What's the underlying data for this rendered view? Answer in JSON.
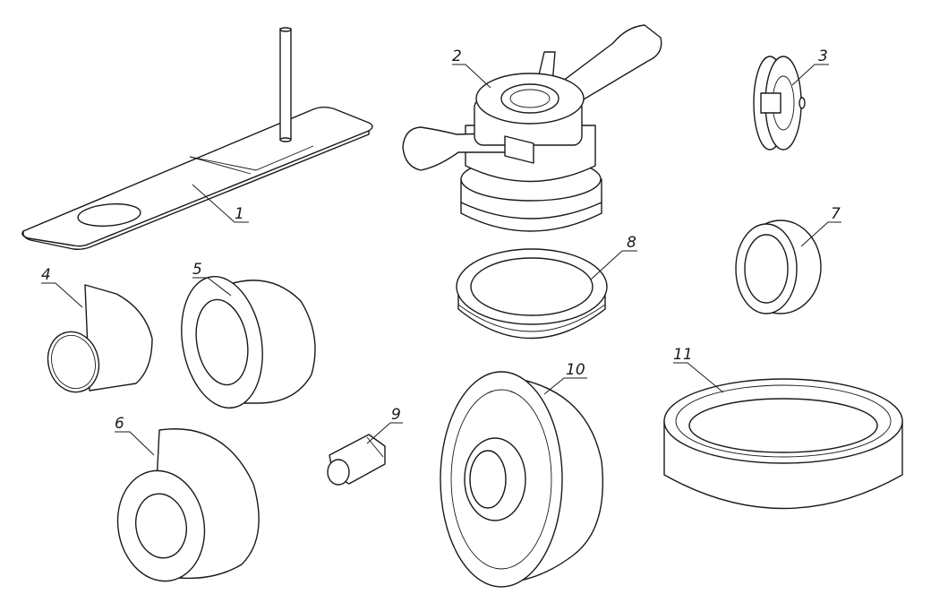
{
  "parts": [
    {
      "id": "part-1",
      "label": "1"
    },
    {
      "id": "part-2",
      "label": "2"
    },
    {
      "id": "part-3",
      "label": "3"
    },
    {
      "id": "part-4",
      "label": "4"
    },
    {
      "id": "part-5",
      "label": "5"
    },
    {
      "id": "part-6",
      "label": "6"
    },
    {
      "id": "part-7",
      "label": "7"
    },
    {
      "id": "part-8",
      "label": "8"
    },
    {
      "id": "part-9",
      "label": "9"
    },
    {
      "id": "part-10",
      "label": "10"
    },
    {
      "id": "part-11",
      "label": "11"
    }
  ]
}
